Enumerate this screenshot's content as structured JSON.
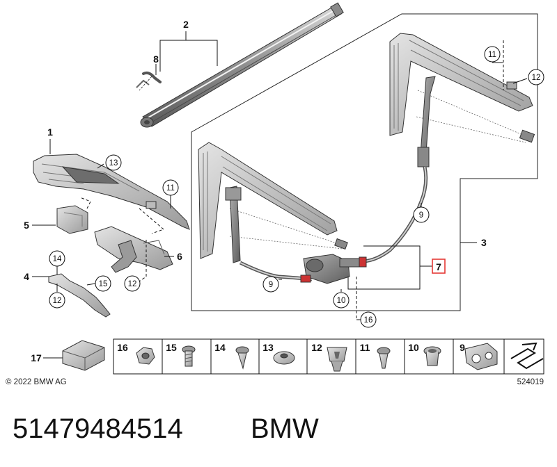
{
  "labels": {
    "p1": "1",
    "p2": "2",
    "p3": "3",
    "p4": "4",
    "p5": "5",
    "p6": "6",
    "p7": "7",
    "p8": "8",
    "p9a": "9",
    "p9b": "9",
    "p10": "10",
    "p11a": "11",
    "p11b": "11",
    "p12a": "12",
    "p12b": "12",
    "p12c": "12",
    "p13": "13",
    "p14": "14",
    "p15": "15",
    "p16": "16",
    "p17": "17"
  },
  "parts_strip": [
    "16",
    "15",
    "14",
    "13",
    "12",
    "11",
    "10",
    "9"
  ],
  "copyright": "© 2022 BMW AG",
  "diagram_id": "524019",
  "part_number": "51479484514",
  "brand": "BMW",
  "colors": {
    "highlight": "#e53935"
  }
}
